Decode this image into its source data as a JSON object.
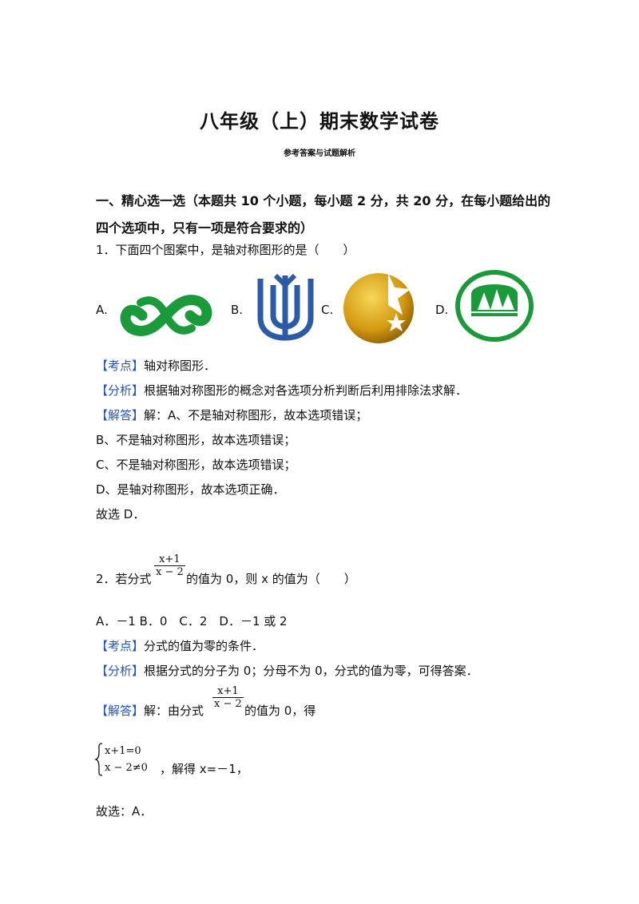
{
  "title": "八年级（上）期末数学试卷",
  "subtitle": "参考答案与试题解析",
  "section1": {
    "line1": "一、精心选一选（本题共 10 个小题，每小题 2 分，共 20 分，在每小题给出的",
    "line2": "四个选项中，只有一项是符合要求的）"
  },
  "q1": {
    "stem": "1．下面四个图案中，是轴对称图形的是（　　）",
    "options": [
      "A.",
      "B.",
      "C.",
      "D."
    ],
    "kaodian_tag": "【考点】",
    "kaodian_text": "轴对称图形．",
    "fenxi_tag": "【分析】",
    "fenxi_text": "根据轴对称图形的概念对各选项分析判断后利用排除法求解．",
    "jieda_tag": "【解答】",
    "jieda_text": "解：A、不是轴对称图形，故本选项错误；",
    "line_b": "B、不是轴对称图形，故本选项错误；",
    "line_c": "C、不是轴对称图形，故本选项错误；",
    "line_d": "D、是轴对称图形，故本选项正确．",
    "answer": "故选 D．"
  },
  "q2": {
    "stem_prefix": "2．若分式",
    "frac_num": "x+1",
    "frac_den": "x − 2",
    "stem_suffix": "的值为 0，则 x 的值为（　　）",
    "options": "A．－1 B．0　C．2　D．－1 或 2",
    "kaodian_tag": "【考点】",
    "kaodian_text": "分式的值为零的条件．",
    "fenxi_tag": "【分析】",
    "fenxi_text": "根据分式的分子为 0；分母不为 0，分式的值为零，可得答案．",
    "jieda_tag": "【解答】",
    "jieda_prefix": "解：由分式",
    "jieda_suffix": "的值为 0，得",
    "sys_line1": "x+1=0",
    "sys_line2": "x − 2≠0",
    "sys_result": "，解得 x=－1，",
    "answer": "故选：A．"
  },
  "colors": {
    "tag": "#2554c7",
    "green": "#1a9a3a",
    "blue": "#2a5aa8",
    "gold": "#d4a017"
  }
}
